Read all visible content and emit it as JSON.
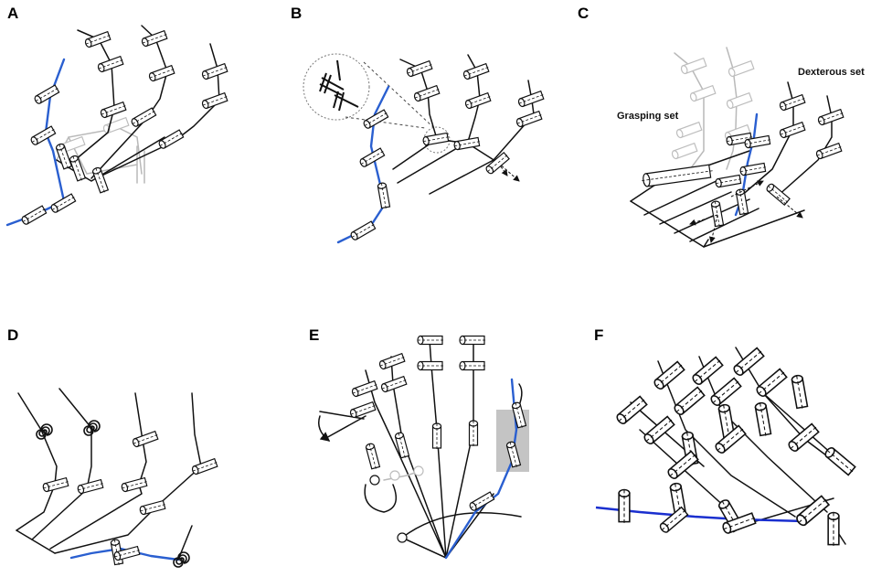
{
  "figure": {
    "panels": [
      {
        "id": "A",
        "label": "A"
      },
      {
        "id": "B",
        "label": "B"
      },
      {
        "id": "C",
        "label": "C"
      },
      {
        "id": "D",
        "label": "D"
      },
      {
        "id": "E",
        "label": "E"
      },
      {
        "id": "F",
        "label": "F"
      }
    ],
    "annotations": {
      "dexterous_set": "Dexterous set",
      "grasping_set": "Grasping set"
    },
    "colors": {
      "kinematic_chain_highlight": "#2a5fd0",
      "kinematic_chain_highlight_F": "#1a2fcf",
      "link": "#111111",
      "faded": "#b9b9b9",
      "shaded_region": "#c4c4c4"
    },
    "icons": [
      "joint-cylinder",
      "spiral-spring",
      "rotation-arrow",
      "magnifier-inset"
    ]
  }
}
